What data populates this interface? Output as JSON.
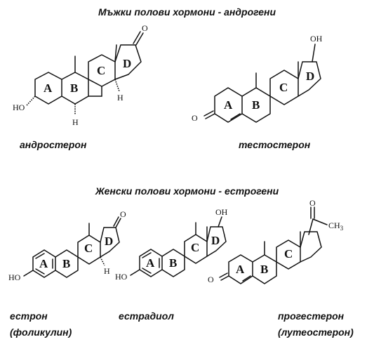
{
  "headings": {
    "male": "Мъжки полови хормони - андрогени",
    "female": "Женски полови хормони - естрогени"
  },
  "compounds": {
    "androsterone": {
      "name": "андростерон"
    },
    "testosterone": {
      "name": "тестостерон"
    },
    "estrone": {
      "name": "естрон",
      "alt_name": "(фоликулин)"
    },
    "estradiol": {
      "name": "естрадиол"
    },
    "progesterone": {
      "name": "прогестерон",
      "alt_name": "(лутеостерон)"
    }
  },
  "ring_labels": {
    "a": "A",
    "b": "B",
    "c": "C",
    "d": "D"
  },
  "atoms": {
    "oxygen": "O",
    "hydroxyl_right": "OH",
    "hydroxyl_left": "HO",
    "hydrogen": "H",
    "methyl": "CH",
    "methyl_sub": "3"
  }
}
